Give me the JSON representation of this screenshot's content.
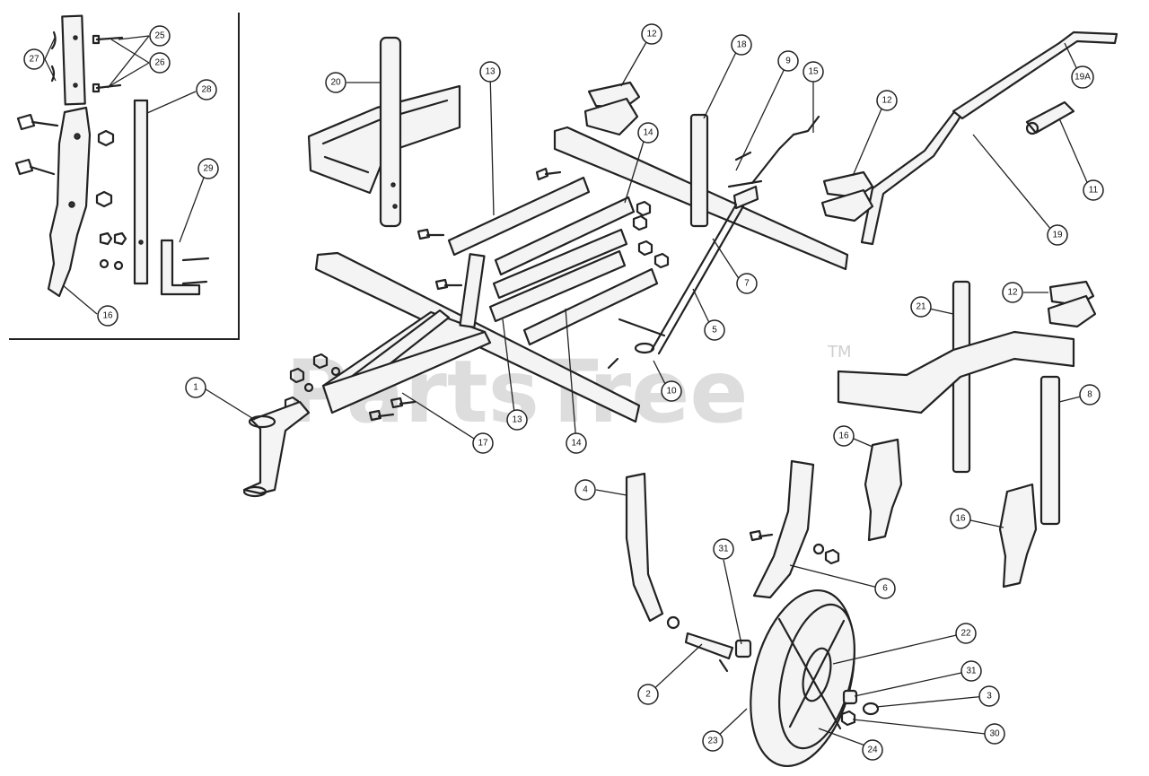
{
  "watermark": {
    "text": "PartsTree",
    "trademark": "TM"
  },
  "callouts": [
    {
      "id": "c-25",
      "label": "25"
    },
    {
      "id": "c-26",
      "label": "26"
    },
    {
      "id": "c-27",
      "label": "27"
    },
    {
      "id": "c-28",
      "label": "28"
    },
    {
      "id": "c-29",
      "label": "29"
    },
    {
      "id": "c-16a",
      "label": "16"
    },
    {
      "id": "c-20",
      "label": "20"
    },
    {
      "id": "c-13a",
      "label": "13"
    },
    {
      "id": "c-12a",
      "label": "12"
    },
    {
      "id": "c-18",
      "label": "18"
    },
    {
      "id": "c-9",
      "label": "9"
    },
    {
      "id": "c-15",
      "label": "15"
    },
    {
      "id": "c-19A",
      "label": "19A"
    },
    {
      "id": "c-12b",
      "label": "12"
    },
    {
      "id": "c-11",
      "label": "11"
    },
    {
      "id": "c-14a",
      "label": "14"
    },
    {
      "id": "c-19",
      "label": "19"
    },
    {
      "id": "c-7",
      "label": "7"
    },
    {
      "id": "c-5",
      "label": "5"
    },
    {
      "id": "c-12c",
      "label": "12"
    },
    {
      "id": "c-21",
      "label": "21"
    },
    {
      "id": "c-10",
      "label": "10"
    },
    {
      "id": "c-1",
      "label": "1"
    },
    {
      "id": "c-17",
      "label": "17"
    },
    {
      "id": "c-13b",
      "label": "13"
    },
    {
      "id": "c-14b",
      "label": "14"
    },
    {
      "id": "c-8",
      "label": "8"
    },
    {
      "id": "c-16b",
      "label": "16"
    },
    {
      "id": "c-16c",
      "label": "16"
    },
    {
      "id": "c-4",
      "label": "4"
    },
    {
      "id": "c-31a",
      "label": "31"
    },
    {
      "id": "c-6",
      "label": "6"
    },
    {
      "id": "c-22",
      "label": "22"
    },
    {
      "id": "c-2",
      "label": "2"
    },
    {
      "id": "c-31b",
      "label": "31"
    },
    {
      "id": "c-3",
      "label": "3"
    },
    {
      "id": "c-23",
      "label": "23"
    },
    {
      "id": "c-30",
      "label": "30"
    },
    {
      "id": "c-24",
      "label": "24"
    }
  ]
}
